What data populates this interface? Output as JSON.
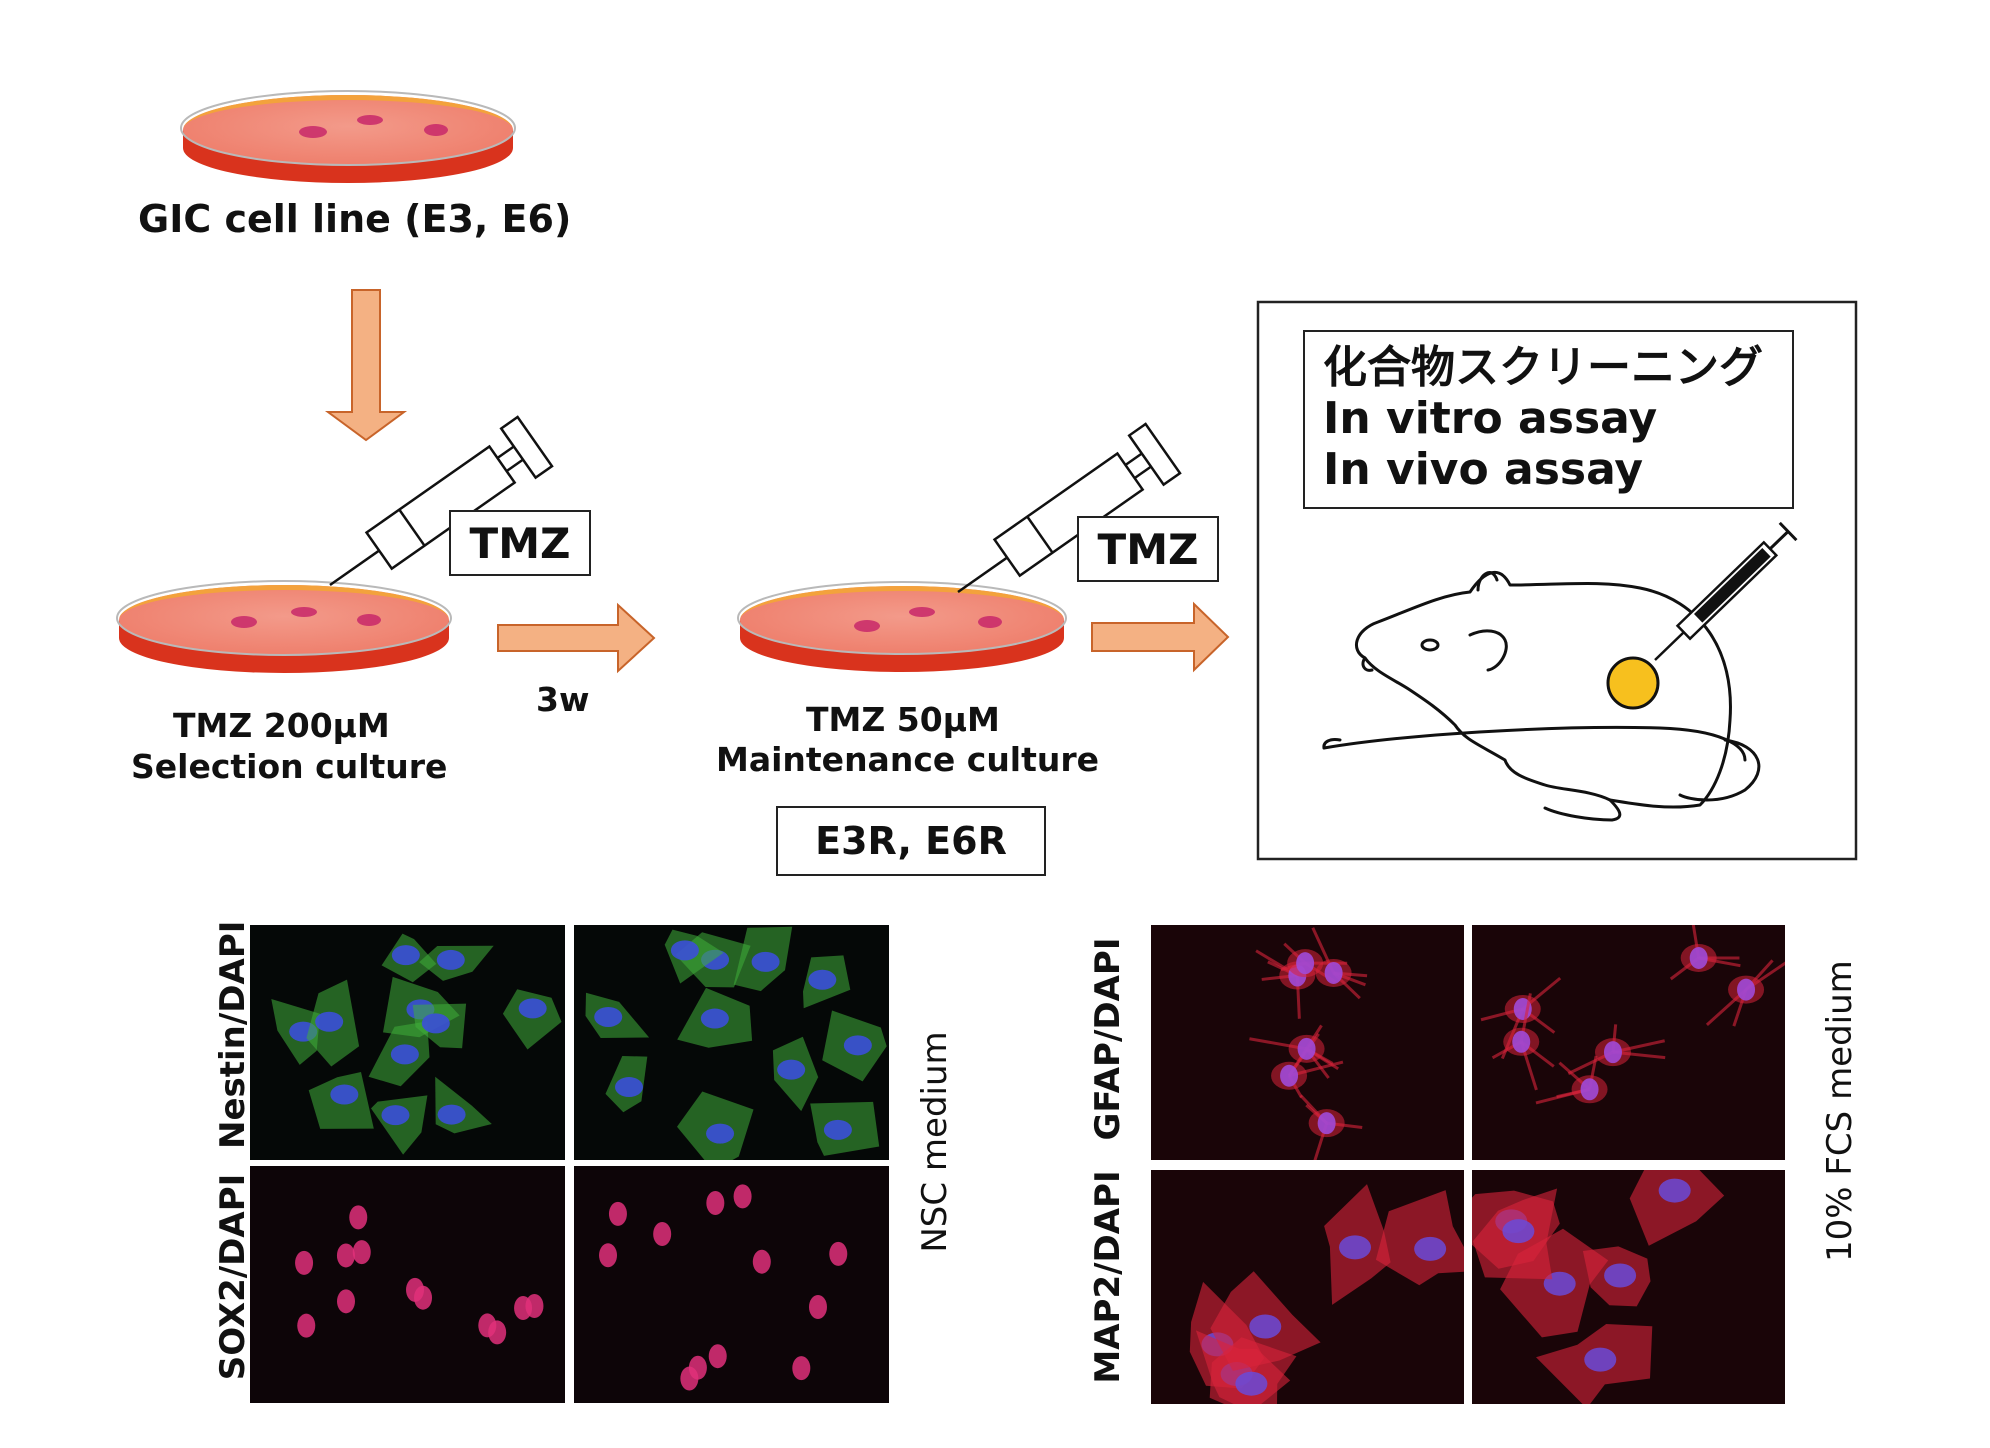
{
  "labels": {
    "parent_line": "GIC cell line (E3, E6)",
    "selection_conc": "TMZ 200μM",
    "selection_name": "Selection culture",
    "duration": "3w",
    "maintenance_conc": "TMZ 50μM",
    "maintenance_name": "Maintenance culture",
    "resistant_lines": "E3R, E6R",
    "drug_1": "TMZ",
    "drug_2": "TMZ"
  },
  "assay_box": {
    "lines": [
      "化合物スクリーニング",
      "In vitro assay",
      "In vivo assay"
    ]
  },
  "micrographs": {
    "left_group": {
      "condition": "NSC medium",
      "row_labels": [
        "Nestin/DAPI",
        "SOX2/DAPI"
      ]
    },
    "right_group": {
      "condition": "10% FCS medium",
      "row_labels": [
        "GFAP/DAPI",
        "MAP2/DAPI"
      ]
    }
  },
  "colors": {
    "arrow_fill": "#f4b183",
    "dish_red": "#e8402a",
    "dish_orange": "#f3a23c",
    "tumor_yellow": "#f7c01e",
    "nestin_green": "#3fae3a",
    "dapi_blue": "#3b4fd8",
    "stain_red": "#d8233a",
    "stain_magenta": "#e0307a"
  }
}
